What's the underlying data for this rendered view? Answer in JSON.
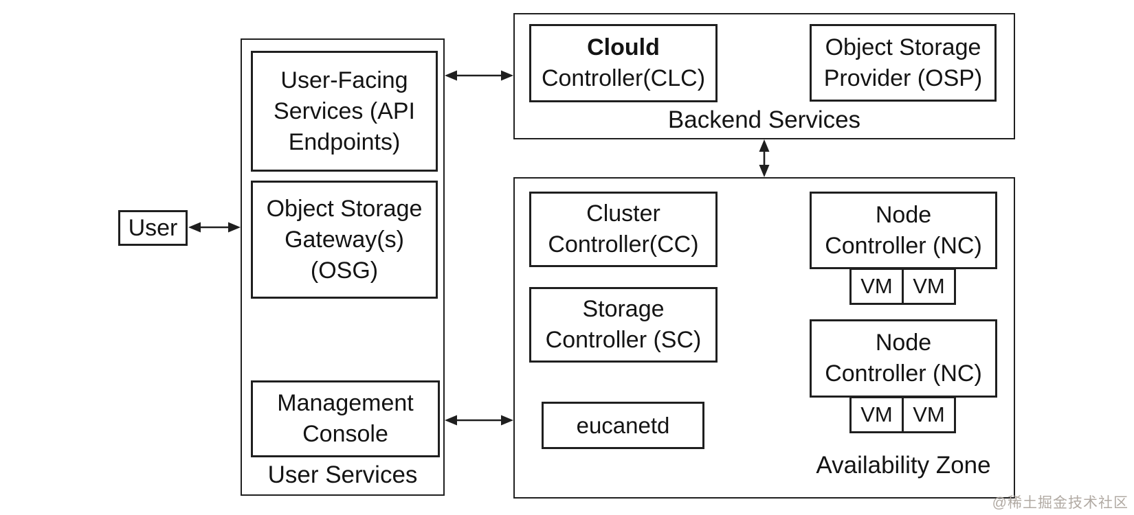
{
  "colors": {
    "background": "#ffffff",
    "line": "#1f1f1f",
    "text": "#141414",
    "watermark": "#b1aaa3"
  },
  "user_box": {
    "label": "User"
  },
  "user_services": {
    "label": "User Services",
    "ufs_lines": [
      "User-Facing",
      "Services (API",
      "Endpoints)"
    ],
    "osg_lines": [
      "Object Storage",
      "Gateway(s)",
      "(OSG)"
    ],
    "mc_lines": [
      "Management",
      "Console"
    ]
  },
  "backend": {
    "label": "Backend Services",
    "clc": {
      "line1": "Clould",
      "line2": "Controller(CLC)"
    },
    "osp_lines": [
      "Object Storage",
      "Provider (OSP)"
    ]
  },
  "availability_zone": {
    "label": "Availability Zone",
    "cc_lines": [
      "Cluster",
      "Controller(CC)"
    ],
    "sc_lines": [
      "Storage",
      "Controller (SC)"
    ],
    "eucanetd_label": "eucanetd",
    "nc1_lines": [
      "Node",
      "Controller (NC)"
    ],
    "nc2_lines": [
      "Node",
      "Controller (NC)"
    ],
    "vm_labels": [
      "VM",
      "VM",
      "VM",
      "VM"
    ]
  },
  "watermark": "@稀土掘金技术社区"
}
